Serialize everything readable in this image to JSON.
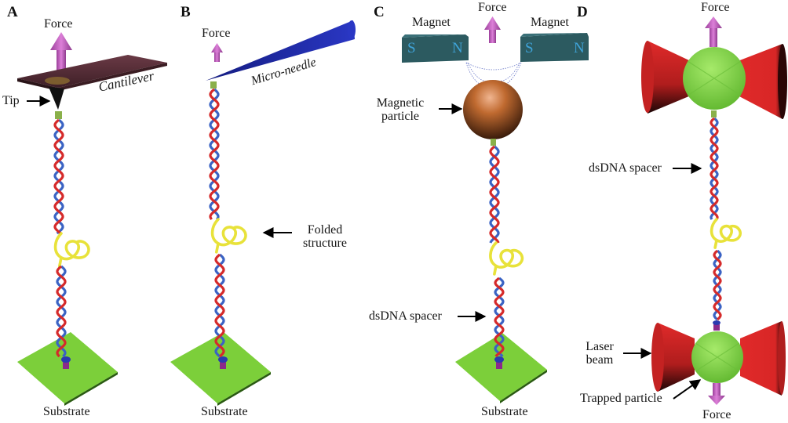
{
  "figure": {
    "colors": {
      "dna_strand_a": "#3a63c4",
      "dna_strand_b": "#d52a2a",
      "folded": "#e8e23a",
      "force_arrow": "#c25cc0",
      "substrate": "#7ccf3a",
      "cantilever": "#5a2f38",
      "needle": "#1f2aa8",
      "magnet": "#2c5a60",
      "magnet_letters": "#3fa3d8",
      "magnetic_particle": "#b8642a",
      "trapped_particle": "#8ed84e",
      "laser": "#d8262a"
    },
    "panels": [
      {
        "id": "A",
        "label": "A",
        "force": "Force",
        "tip": "Tip",
        "probe": "Cantilever",
        "substrate": "Substrate"
      },
      {
        "id": "B",
        "label": "B",
        "force": "Force",
        "probe": "Micro-needle",
        "folded_line1": "Folded",
        "folded_line2": "structure",
        "substrate": "Substrate"
      },
      {
        "id": "C",
        "label": "C",
        "force": "Force",
        "magnet_left": "Magnet",
        "magnet_right": "Magnet",
        "pole_s": "S",
        "pole_n": "N",
        "particle_line1": "Magnetic",
        "particle_line2": "particle",
        "spacer": "dsDNA spacer",
        "substrate": "Substrate"
      },
      {
        "id": "D",
        "label": "D",
        "force_top": "Force",
        "force_bottom": "Force",
        "spacer": "dsDNA spacer",
        "laser_line1": "Laser",
        "laser_line2": "beam",
        "trapped": "Trapped particle"
      }
    ]
  }
}
